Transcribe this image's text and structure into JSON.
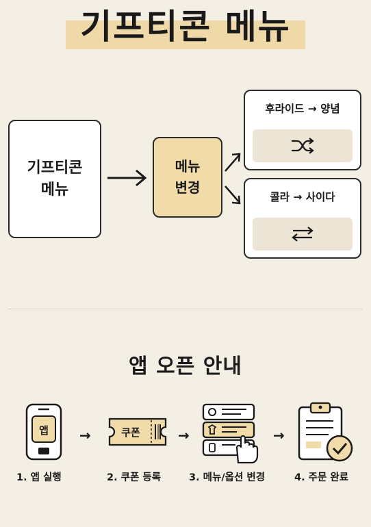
{
  "title": "기프티콘 메뉴",
  "diagram": {
    "source_box": {
      "line1": "기프티콘",
      "line2": "메뉴"
    },
    "change_box": {
      "line1": "메뉴",
      "line2": "변경"
    },
    "options": [
      {
        "label": "후라이드 → 양념",
        "icon": "shuffle-icon"
      },
      {
        "label": "콜라 → 사이다",
        "icon": "swap-arrows-icon"
      }
    ]
  },
  "section2": {
    "title": "앱 오픈 안내",
    "steps": [
      {
        "label": "1. 앱 실행",
        "icon": "phone-icon",
        "icon_text": "앱"
      },
      {
        "label": "2. 쿠폰 등록",
        "icon": "ticket-icon",
        "icon_text": "쿠폰"
      },
      {
        "label": "3. 메뉴/옵션 변경",
        "icon": "menu-select-icon"
      },
      {
        "label": "4. 주문 완료",
        "icon": "clipboard-check-icon"
      }
    ],
    "arrow": "→"
  },
  "colors": {
    "background": "#f3efe5",
    "accent": "#efd9a8",
    "box_fill": "#f0dba9",
    "ink": "#1a1a1a"
  }
}
